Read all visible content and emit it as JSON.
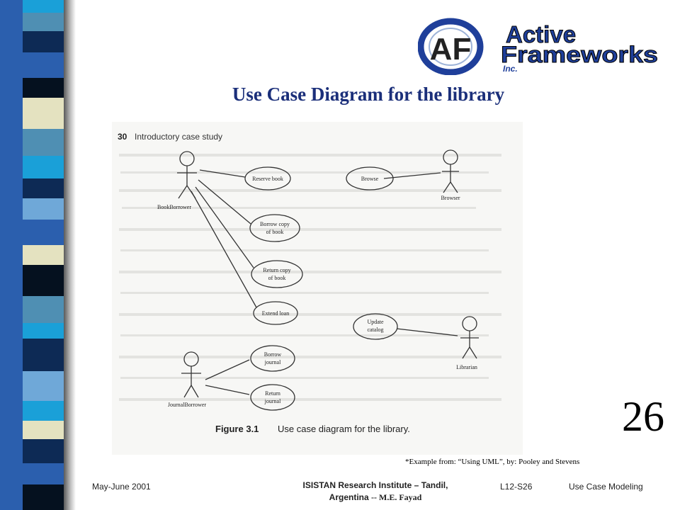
{
  "slide": {
    "title": "Use Case Diagram for the library",
    "slide_number": "26",
    "citation": "*Example from: “Using UML”, by: Pooley and Stevens"
  },
  "logo": {
    "line1": "Active",
    "line2": "Frameworks",
    "inc": "Inc.",
    "mark": "AF"
  },
  "diagram": {
    "page_header": "30",
    "page_header_text": "Introductory case study",
    "figure_label": "Figure 3.1",
    "figure_caption": "Use case diagram for the library.",
    "actors": {
      "book_borrower": "BookBorrower",
      "browser": "Browser",
      "librarian": "Librarian",
      "journal_borrower": "JournalBorrower"
    },
    "use_cases": {
      "reserve_book": "Reserve book",
      "browse": "Browse",
      "borrow_copy_1": "Borrow copy",
      "borrow_copy_2": "of book",
      "return_copy_1": "Return copy",
      "return_copy_2": "of book",
      "extend_loan": "Extend loan",
      "update_catalog_1": "Update",
      "update_catalog_2": "catalog",
      "borrow_journal_1": "Borrow",
      "borrow_journal_2": "journal",
      "return_journal_1": "Return",
      "return_journal_2": "journal"
    }
  },
  "footer": {
    "date": "May-June 2001",
    "institute_line1": "ISISTAN Research Institute – Tandil,",
    "institute_line2": "Argentina",
    "institute_tail": "-- M.E. Fayad",
    "slide_code": "L12-S26",
    "topic": "Use Case Modeling"
  },
  "colors": {
    "title": "#1b2f7a",
    "logo_blue": "#1f3f9a",
    "strip_blue": "#2b5fae",
    "strip_navy": "#0d2a55",
    "strip_teal": "#4f8fb3",
    "strip_cream": "#e4e2c0",
    "strip_cyan": "#1aa0d8"
  }
}
